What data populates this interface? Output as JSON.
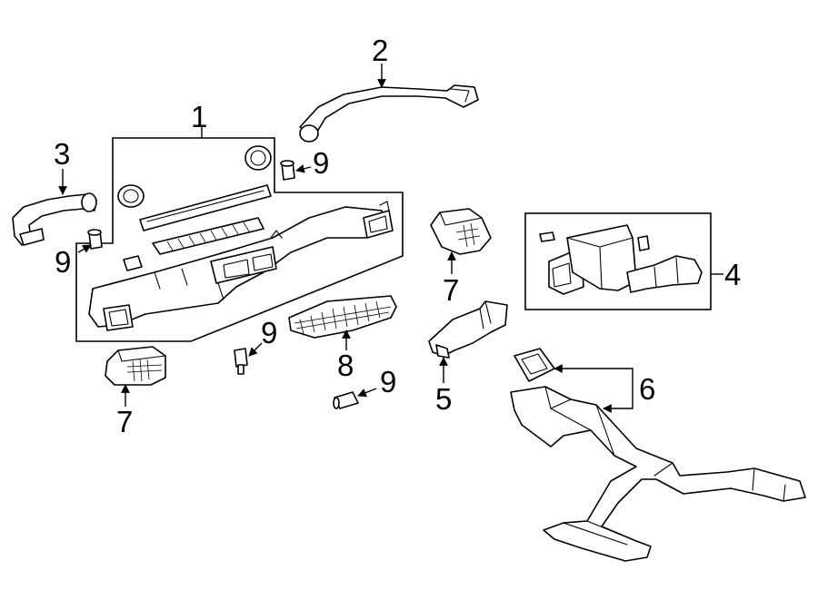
{
  "callouts": {
    "c1": "1",
    "c2": "2",
    "c3": "3",
    "c4": "4",
    "c5": "5",
    "c6": "6",
    "c7a": "7",
    "c7b": "7",
    "c8": "8",
    "c9a": "9",
    "c9b": "9",
    "c9c": "9",
    "c9d": "9"
  },
  "colors": {
    "line": "#000000",
    "background": "#ffffff"
  }
}
